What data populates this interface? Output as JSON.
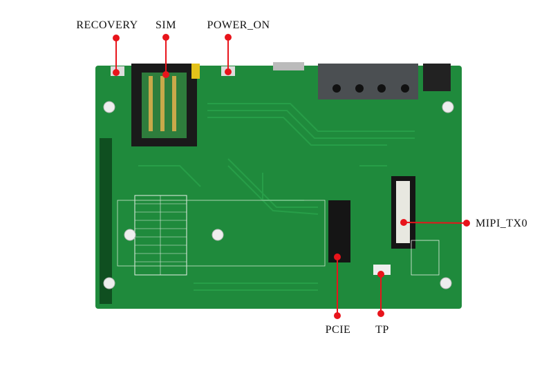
{
  "callouts": [
    {
      "id": "recovery",
      "label": "RECOVERY"
    },
    {
      "id": "sim",
      "label": "SIM"
    },
    {
      "id": "power-on",
      "label": "POWER_ON"
    },
    {
      "id": "mipi-tx0",
      "label": "MIPI_TX0"
    },
    {
      "id": "pcie",
      "label": "PCIE"
    },
    {
      "id": "tp",
      "label": "TP"
    }
  ],
  "colors": {
    "board": "#1f8a3c",
    "board_dark": "#15672b",
    "callout": "#e8141b",
    "connector": "#1a1a1a",
    "silk": "#e8f0e8"
  }
}
